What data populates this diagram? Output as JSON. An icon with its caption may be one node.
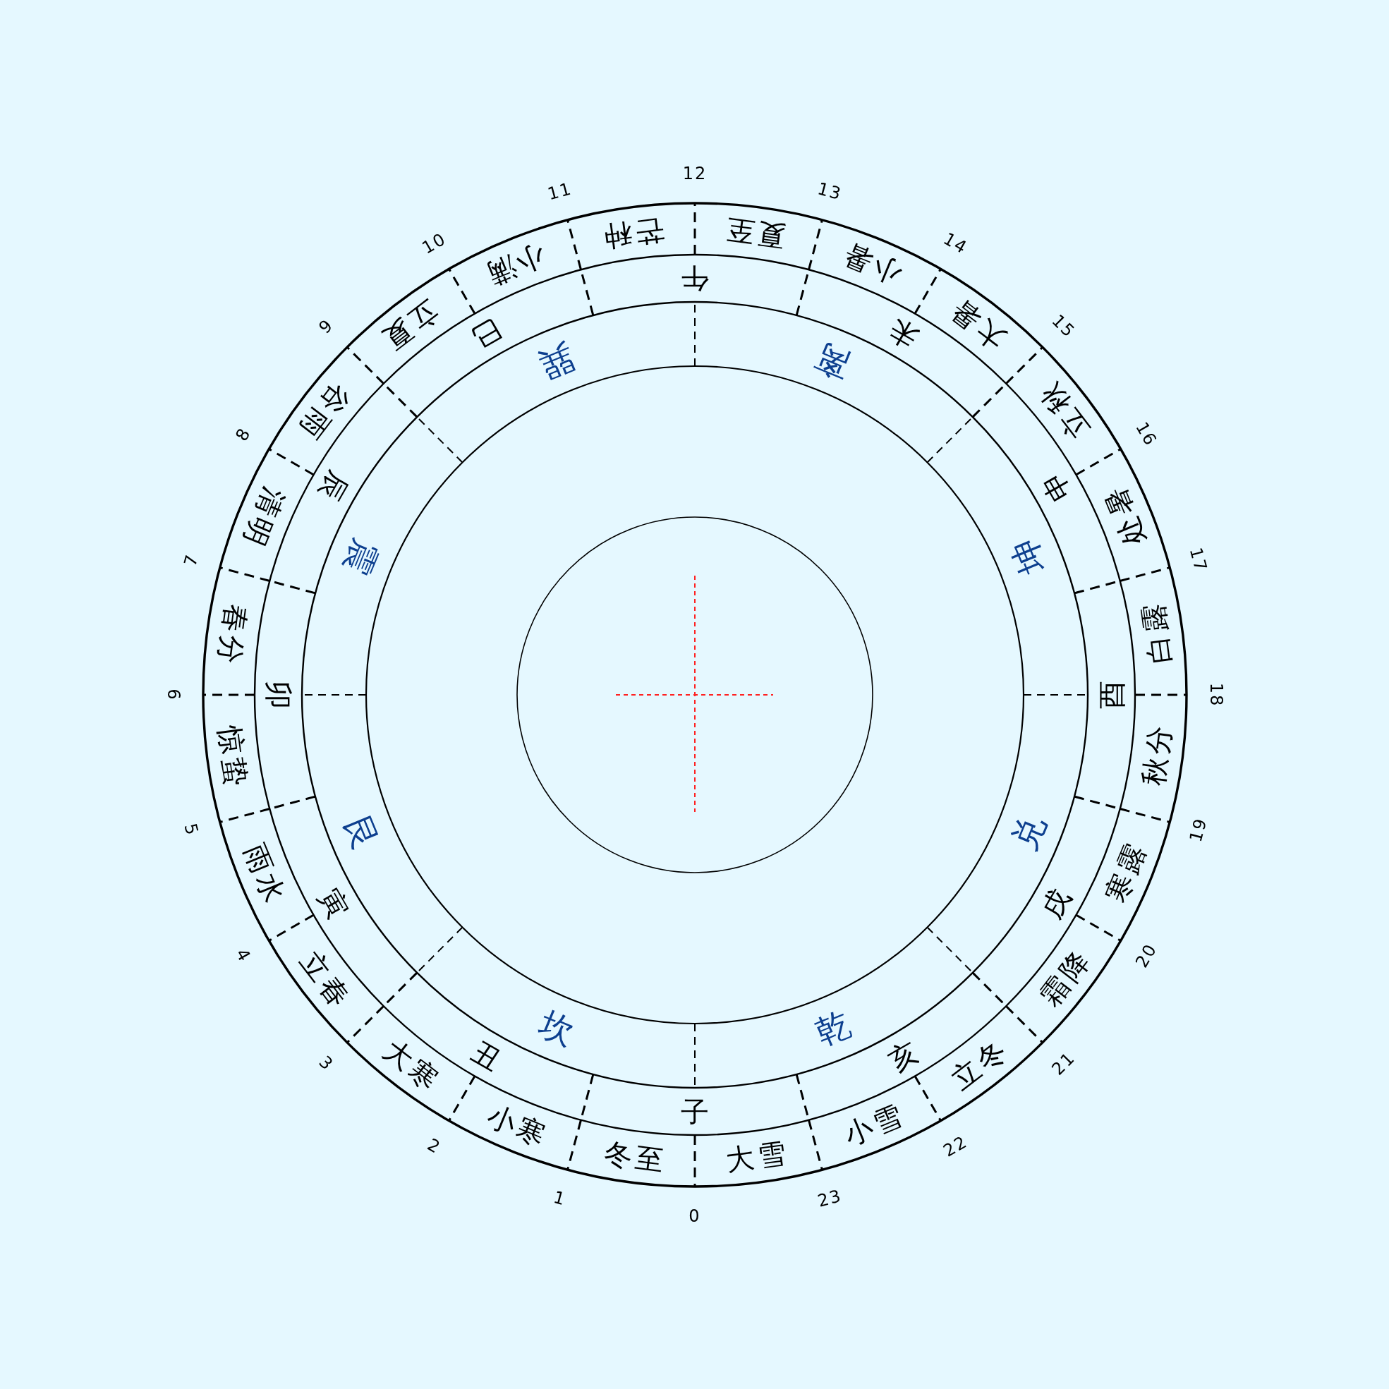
{
  "diagram": {
    "nodes": [
      {
        "text": [
          "冬至"
        ]
      },
      {
        "text": [
          "小寒"
        ]
      },
      {
        "text": [
          "大寒"
        ]
      },
      {
        "text": [
          "立春"
        ]
      },
      {
        "text": [
          "雨水"
        ]
      },
      {
        "text": [
          "惊蛰"
        ]
      },
      {
        "text": [
          "春分"
        ]
      },
      {
        "text": [
          "清明"
        ]
      },
      {
        "text": [
          "谷雨"
        ]
      },
      {
        "text": [
          "立夏"
        ]
      },
      {
        "text": [
          "小满"
        ]
      },
      {
        "text": [
          "芒种"
        ]
      },
      {
        "text": [
          "夏至"
        ]
      },
      {
        "text": [
          "小暑"
        ]
      },
      {
        "text": [
          "大暑"
        ]
      },
      {
        "text": [
          "立秋"
        ]
      },
      {
        "text": [
          "处暑"
        ]
      },
      {
        "text": [
          "白露"
        ]
      },
      {
        "text": [
          "秋分"
        ]
      },
      {
        "text": [
          "寒露"
        ]
      },
      {
        "text": [
          "霜降"
        ]
      },
      {
        "text": [
          "立冬"
        ]
      },
      {
        "text": [
          "小雪"
        ]
      },
      {
        "text": [
          "大雪"
        ]
      },
      {
        "text": [
          "子"
        ]
      },
      {
        "text": [
          "丑"
        ]
      },
      {
        "text": [
          "寅"
        ]
      },
      {
        "text": [
          "卯"
        ]
      },
      {
        "text": [
          "辰"
        ]
      },
      {
        "text": [
          "巳"
        ]
      },
      {
        "text": [
          "午"
        ]
      },
      {
        "text": [
          "未"
        ]
      },
      {
        "text": [
          "申"
        ]
      },
      {
        "text": [
          "酉"
        ]
      },
      {
        "text": [
          "戌"
        ]
      },
      {
        "text": [
          "亥"
        ]
      },
      {
        "text": [
          "坎"
        ]
      },
      {
        "text": [
          "艮"
        ]
      },
      {
        "text": [
          "震"
        ]
      },
      {
        "text": [
          "巽"
        ]
      },
      {
        "text": [
          "离"
        ]
      },
      {
        "text": [
          "坤"
        ]
      },
      {
        "text": [
          "兑"
        ]
      },
      {
        "text": [
          "乾"
        ]
      },
      {
        "text": [],
        "shape": "circle"
      }
    ],
    "labels": [
      "0",
      "1",
      "2",
      "3",
      "4",
      "5",
      "6",
      "7",
      "8",
      "9",
      "10",
      "11",
      "12",
      "13",
      "14",
      "15",
      "16",
      "17",
      "18",
      "19",
      "20",
      "21",
      "22",
      "23"
    ]
  }
}
